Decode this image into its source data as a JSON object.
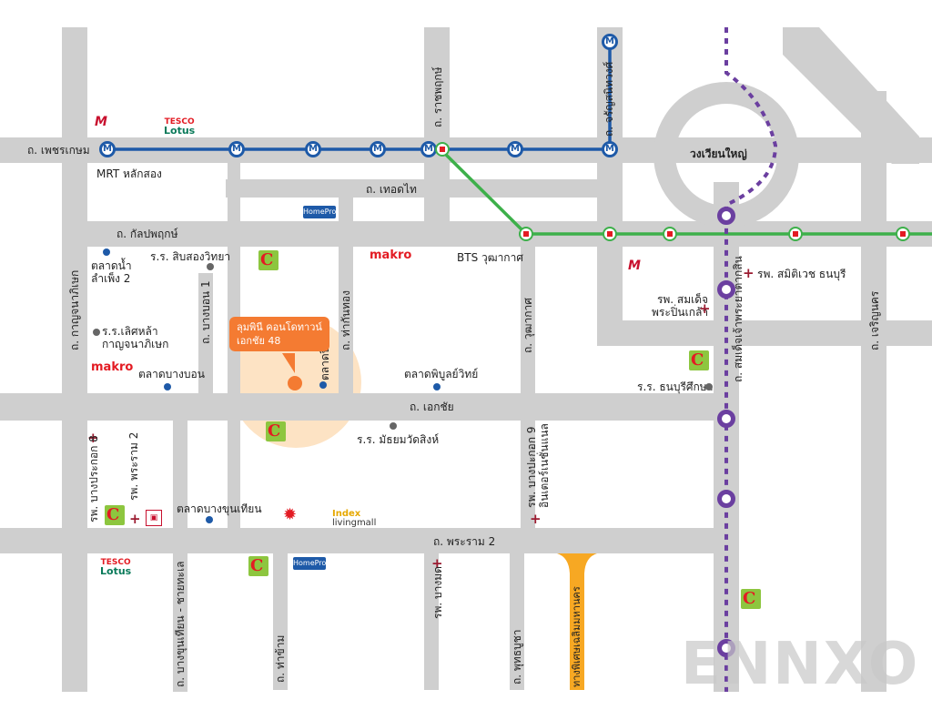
{
  "roads": {
    "phetkasem": "ถ. เพชรเกษม",
    "ratchaphruek": "ถ. ราชพฤกษ์",
    "charansanitwong": "ถ. จรัญสนิทวงศ์",
    "thoetthai": "ถ. เทอดไท",
    "kanlapaphruek": "ถ. กัลปพฤกษ์",
    "kanchanaphisek": "ถ. กาญจนาภิเษก",
    "bangbon1": "ถ. บางบอน 1",
    "kanlapaphruek2": "ถ. ท่ากันทอง",
    "wutthakat": "ถ. วุฒากาศ",
    "somdet": "ถ. สมเด็จเจ้าพระยาตากสิน",
    "charoennakhon": "ถ. เจริญนคร",
    "ekkachai": "ถ. เอกชัย",
    "rama2": "ถ. พระราม 2",
    "bangkhunthian": "ถ. บางขุนเทียน - ชายทะเล",
    "thakham": "ถ. ท่าข้าม",
    "phutthabucha": "ถ. พุทธบูชา",
    "expressway": "ทางพิเศษเฉลิมมหานคร",
    "roundabout": "วงเวียนใหญ่"
  },
  "places": {
    "mrt_laksong": "MRT หลักสอง",
    "bts_wutthakat": "BTS วุฒากาศ",
    "sip_song": "ร.ร. สิบสองวิทยา",
    "talat_nam": "ตลาดน้ำ\nลำเพ็ง 2",
    "lertla": "ร.ร.เลิศหล้า\nกาญจนาภิเษก",
    "talat_bangbon": "ตลาดบางบอน",
    "talat_pinthong": "ตลาดปิ่นทอง",
    "talat_phiboon": "ตลาดพิบูลย์วิทย์",
    "thonburi_school": "ร.ร. ธนบุรีศึกษา",
    "matthayom": "ร.ร. มัธยมวัดสิงห์",
    "samitivej": "รพ. สมิติเวช ธนบุรี",
    "somdet_hosp": "รพ. สมเด็จ\nพระปิ่นเกล้า",
    "bangprakok8": "รพ. บางประกอก 8",
    "rama2_hosp": "รพ. พระราม 2",
    "bangprakok9": "รพ. บางปะกอก 9\nอินเตอร์เนชั่นแนล",
    "bangmot": "รพ. บางมด",
    "talat_bangkhunthian": "ตลาดบางขุนเทียน"
  },
  "project": {
    "name_line1": "ลุมพินี คอนโดทาวน์",
    "name_line2": "เอกชัย 48"
  },
  "brands": {
    "tesco1": "TESCO",
    "tesco2": "Lotus",
    "makro": "makro",
    "homepro": "HomePro",
    "mall": "M",
    "index1": "Index",
    "index2": "livingmall",
    "bigc": "C",
    "mrt": "M"
  },
  "watermark": "ENNXO",
  "colors": {
    "road": "#cfcfcf",
    "mrt_blue": "#1e5aa8",
    "bts_green": "#3db04a",
    "purple_line": "#6b3fa0",
    "project": "#f47b32",
    "highlight": "#fde3c4",
    "expressway": "#f7a823",
    "hospital": "#9b1b30",
    "school_dot": "#666666",
    "market_dot": "#1e5aa8"
  }
}
